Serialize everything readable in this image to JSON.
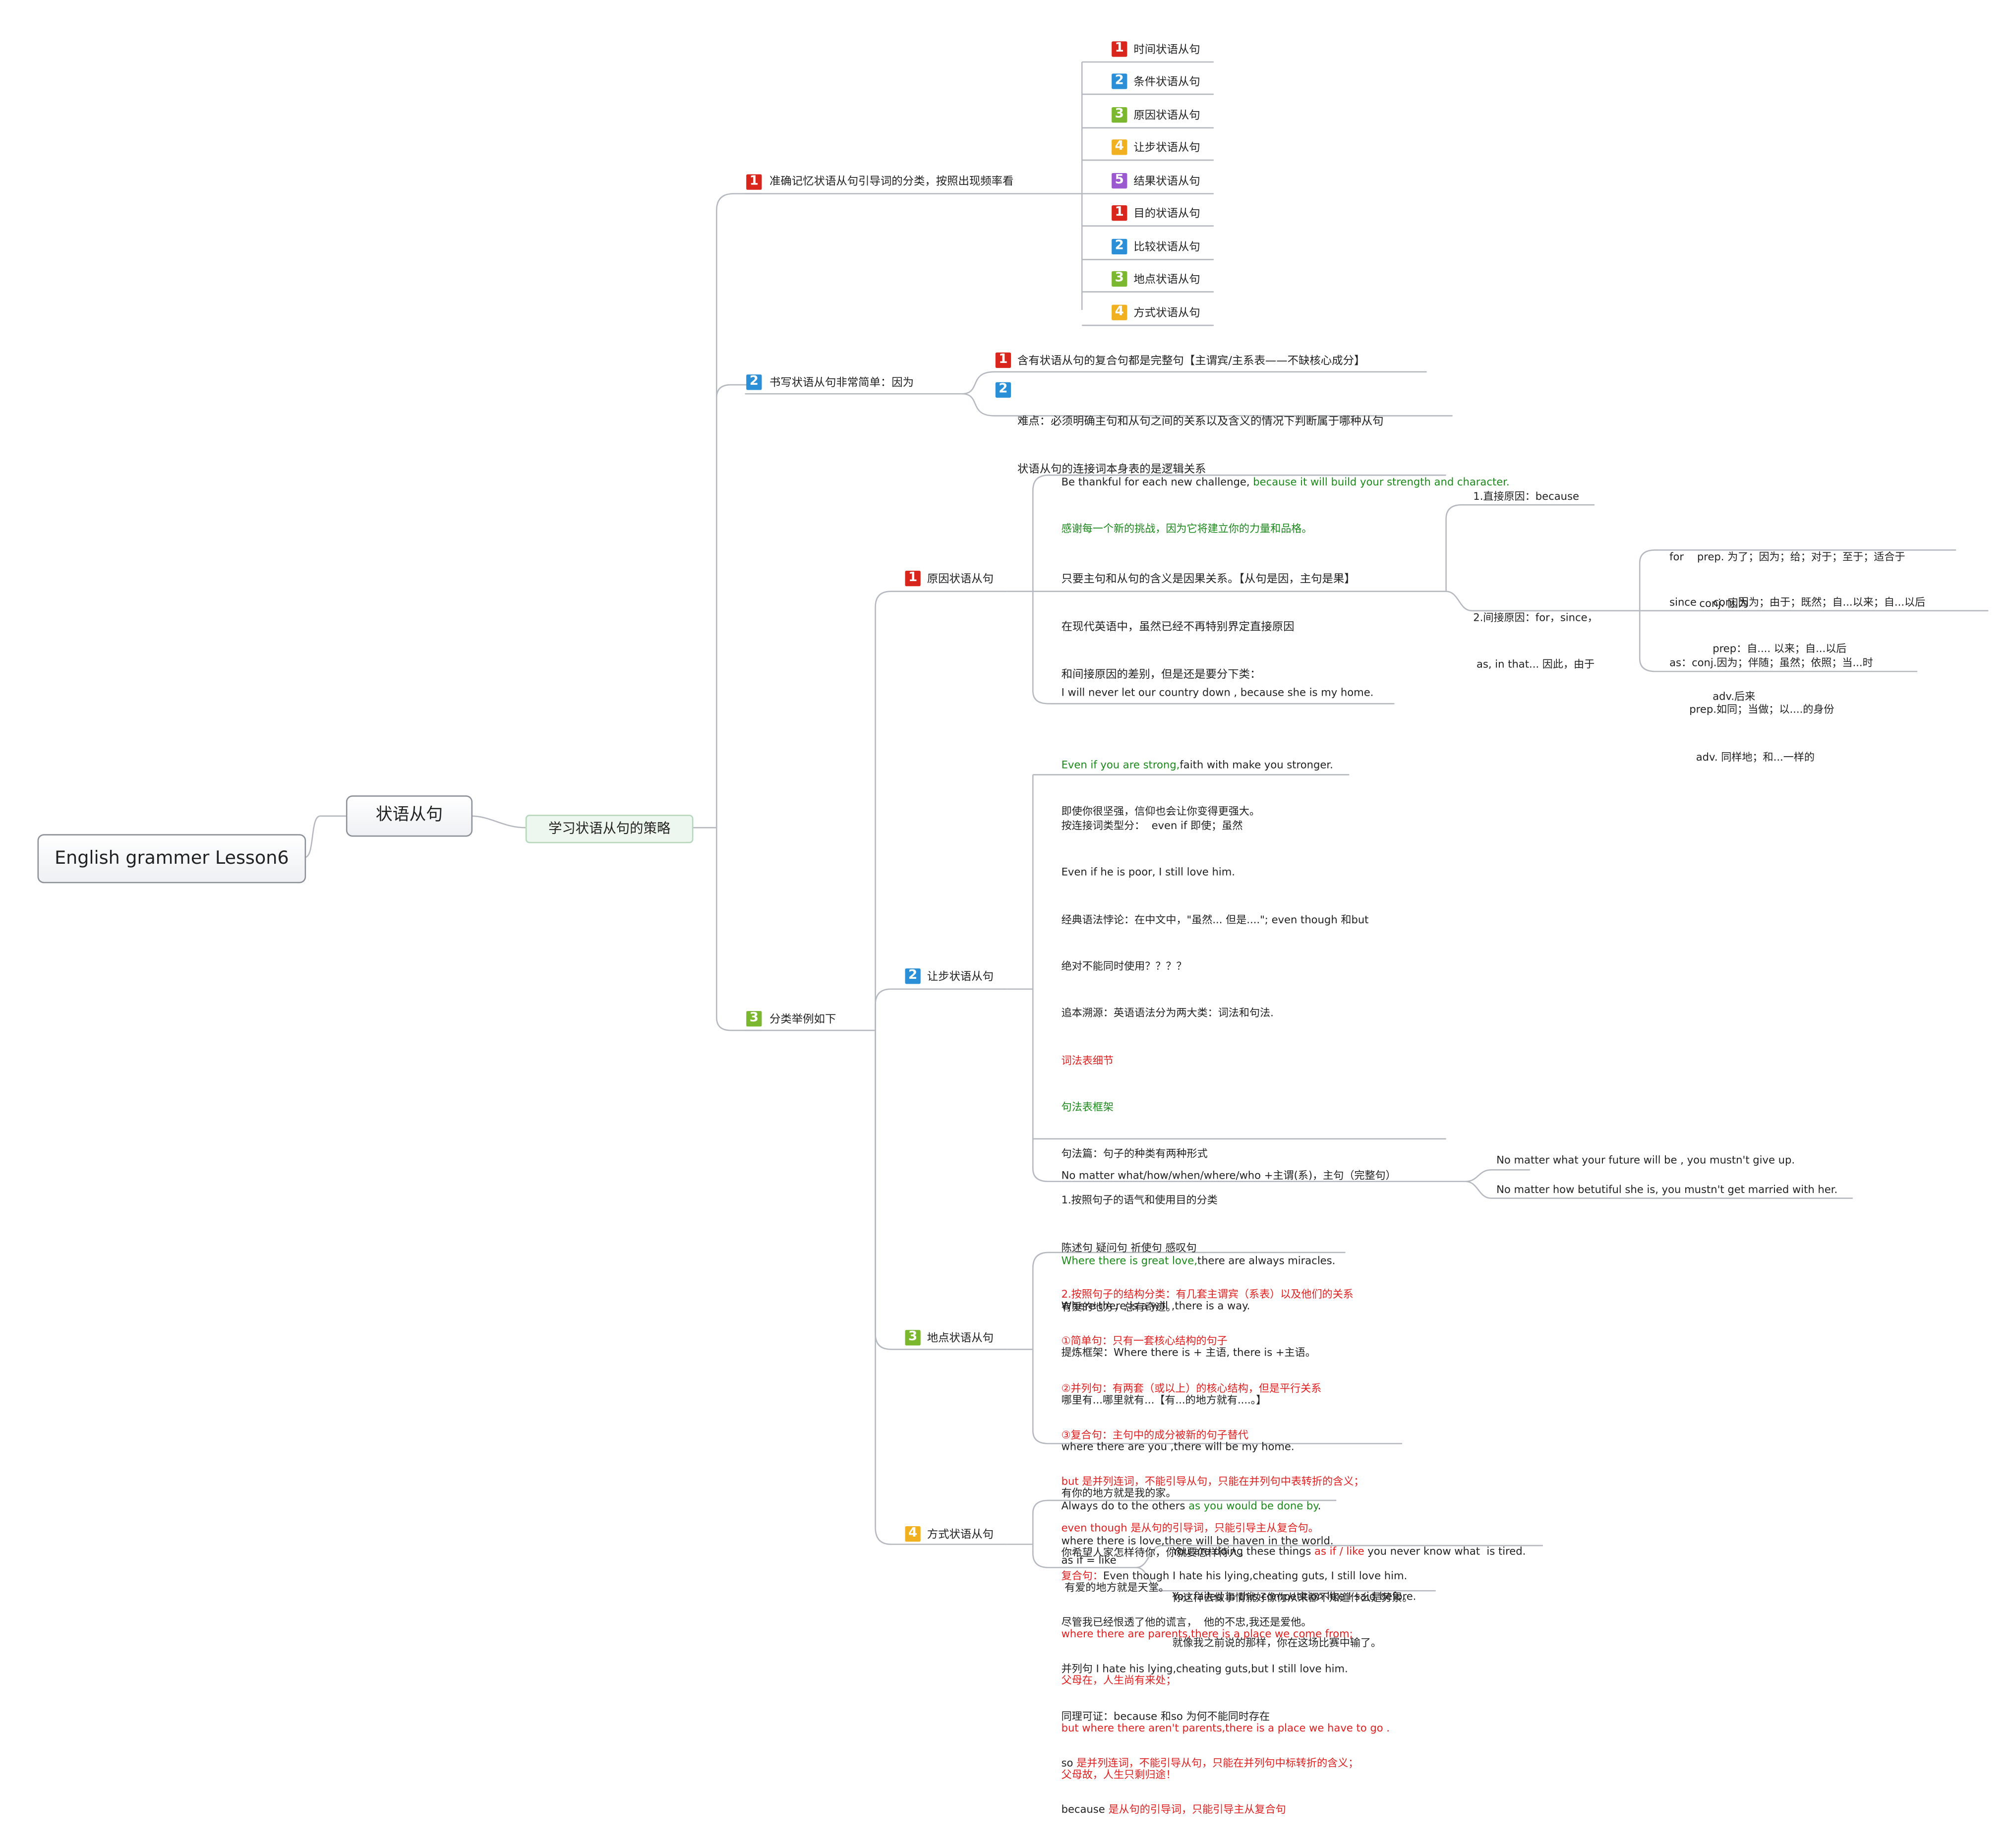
{
  "colors": {
    "badge_1": "#d9261c",
    "badge_2": "#2b8fd8",
    "badge_3": "#7cb82f",
    "badge_4": "#f0b020",
    "badge_5": "#9b59d0",
    "green_text": "#1b8a1b",
    "red_text": "#e02020",
    "connector": "#b5b9bf"
  },
  "root": {
    "label": "English grammer Lesson6"
  },
  "main_topic": {
    "label": "状语从句"
  },
  "strategy": {
    "label": "学习状语从句的策略"
  },
  "branch1": {
    "badge": "1",
    "label": "准确记忆状语从句引导词的分类，按照出现频率看",
    "items": [
      {
        "badge": "1",
        "label": "时间状语从句"
      },
      {
        "badge": "2",
        "label": "条件状语从句"
      },
      {
        "badge": "3",
        "label": "原因状语从句"
      },
      {
        "badge": "4",
        "label": "让步状语从句"
      },
      {
        "badge": "5",
        "label": "结果状语从句"
      },
      {
        "badge": "1",
        "label": "目的状语从句"
      },
      {
        "badge": "2",
        "label": "比较状语从句"
      },
      {
        "badge": "3",
        "label": "地点状语从句"
      },
      {
        "badge": "4",
        "label": "方式状语从句"
      }
    ]
  },
  "branch2": {
    "badge": "2",
    "label": "书写状语从句非常简单：因为",
    "items": [
      {
        "badge": "1",
        "lines": [
          "含有状语从句的复合句都是完整句【主谓宾/主系表——不缺核心成分】"
        ]
      },
      {
        "badge": "2",
        "lines": [
          "难点：必须明确主句和从句之间的关系以及含义的情况下判断属于哪种从句",
          "状语从句的连接词本身表的是逻辑关系"
        ]
      }
    ]
  },
  "branch3": {
    "badge": "3",
    "label": "分类举例如下",
    "reason": {
      "badge": "1",
      "label": "原因状语从句",
      "example1": {
        "en_prefix": "Be thankful for each new challenge, ",
        "en_green": "because it will build your strength and character.",
        "cn": "感谢每一个新的挑战，因为它将建立你的力量和品格。"
      },
      "explain": [
        "只要主句和从句的含义是因果关系。【从句是因，主句是果】",
        "在现代英语中，虽然已经不再特别界定直接原因",
        "和间接原因的差别，但是还是要分下类："
      ],
      "direct": "1.直接原因：because",
      "indirect": [
        "2.间接原因：for，since，",
        " as, in that... 因此，由于"
      ],
      "for_def": [
        "for    prep. 为了；因为；给；对于；至于；适合于",
        "         conj. 因为"
      ],
      "since_def": [
        "since     conj.因为；由于；既然；自...以来；自...以后",
        "             prep：自.... 以来；自...以后",
        "             adv.后来"
      ],
      "as_def": [
        "as：conj.因为；伴随；虽然；依照；当...时",
        "      prep.如同；当做；以....的身份",
        "        adv. 同样地；和...一样的"
      ],
      "example2": "I will never let our country down , because she is my home."
    },
    "concession": {
      "badge": "2",
      "label": "让步状语从句",
      "example1": {
        "en_green": "Even if you are strong,",
        "en_rest": "faith with make you stronger.",
        "cn": "即使你很坚强，信仰也会让你变得更强大。"
      },
      "notes": [
        {
          "text": "按连接词类型分：  even if 即使；虽然",
          "color": "black"
        },
        {
          "text": "Even if he is poor, I still love him.",
          "color": "black"
        },
        {
          "text": "经典语法悖论：在中文中，\"虽然... 但是....\"; even though 和but",
          "color": "black"
        },
        {
          "text": "绝对不能同时使用？？？？",
          "color": "black"
        },
        {
          "text": "追本溯源：英语语法分为两大类：词法和句法.",
          "color": "black"
        },
        {
          "text": "词法表细节",
          "color": "red"
        },
        {
          "text": "句法表框架",
          "color": "green"
        },
        {
          "text": "句法篇：句子的种类有两种形式",
          "color": "black"
        },
        {
          "text": "1.按照句子的语气和使用目的分类",
          "color": "black"
        },
        {
          "text": "陈述句 疑问句 祈使句 感叹句",
          "color": "black"
        },
        {
          "text": "2.按照句子的结构分类：有几套主谓宾（系表）以及他们的关系",
          "color": "red"
        },
        {
          "text": "①简单句：只有一套核心结构的句子",
          "color": "red"
        },
        {
          "text": "②并列句：有两套（或以上）的核心结构，但是平行关系",
          "color": "red"
        },
        {
          "text": "③复合句：主句中的成分被新的句子替代",
          "color": "red"
        },
        {
          "text": "but 是并列连词，不能引导从句，只能在并列句中表转折的含义；",
          "color": "red"
        },
        {
          "text": "even though 是从句的引导词，只能引导主从复合句。",
          "color": "red"
        },
        {
          "text_red": "复合句：",
          "text": "Even though I hate his lying,cheating guts, I still love him.",
          "color": "mixed"
        },
        {
          "text": "尽管我已经恨透了他的谎言，  他的不忠,我还是爱他。",
          "color": "black"
        },
        {
          "text": "并列句 I hate his lying,cheating guts,but I still love him.",
          "color": "black"
        },
        {
          "text": "同理可证：because 和so 为何不能同时存在",
          "color": "black"
        },
        {
          "text_black": "so ",
          "text": "是并列连词，不能引导从句，只能在并列句中标转折的含义；",
          "color": "mixed2"
        },
        {
          "text_black": "because ",
          "text": "是从句的引导词，只能引导主从复合句",
          "color": "mixed2"
        }
      ],
      "no_matter": "No matter what/how/when/where/who +主谓(系)，主句（完整句）",
      "no_matter_examples": [
        "No matter what your future will be , you mustn't give up.",
        "No matter how betutiful she is, you mustn't get married with her."
      ]
    },
    "place": {
      "badge": "3",
      "label": "地点状语从句",
      "example1": {
        "en_green": "Where there is great love,",
        "en_rest": "there are always miracles.",
        "cn": "有爱的地方，总有奇迹。"
      },
      "notes": [
        {
          "text": "Where there is a will ,there is a way.",
          "color": "black"
        },
        {
          "text": "提炼框架：Where there is + 主语, there is +主语。",
          "color": "black"
        },
        {
          "text": "哪里有...哪里就有...【有...的地方就有....。】",
          "color": "black"
        },
        {
          "text": "where there are you ,there will be my home.",
          "color": "black"
        },
        {
          "text": "有你的地方就是我的家。",
          "color": "black"
        },
        {
          "text": "where there is love,there will be haven in the world.",
          "color": "black"
        },
        {
          "text": " 有爱的地方就是天堂。",
          "color": "black"
        },
        {
          "text": "where there are parents,there is a place we come from;",
          "color": "red"
        },
        {
          "text": "父母在，人生尚有来处；",
          "color": "red"
        },
        {
          "text": "but where there aren't parents,there is a place we have to go .",
          "color": "red"
        },
        {
          "text": "父母故，人生只剩归途！",
          "color": "red"
        }
      ]
    },
    "manner": {
      "badge": "4",
      "label": "方式状语从句",
      "example1": {
        "en_prefix": "Always do to the others ",
        "en_green": "as you would be done by",
        "en_suffix": ".",
        "cn": "你希望人家怎样待你，你就要怎样待人。"
      },
      "as_if": "as if = like",
      "as_if_examples": [
        {
          "en_prefix": "You are doing these things ",
          "en_red": "as if / like",
          "en_suffix": " you never know what  is tired.",
          "cn": "你这样去做事情就好像你从来都不知道什么是劳累。"
        },
        {
          "en": "You failed in this competition like I said before.",
          "cn": "就像我之前说的那样，你在这场比赛中输了。"
        }
      ]
    }
  }
}
